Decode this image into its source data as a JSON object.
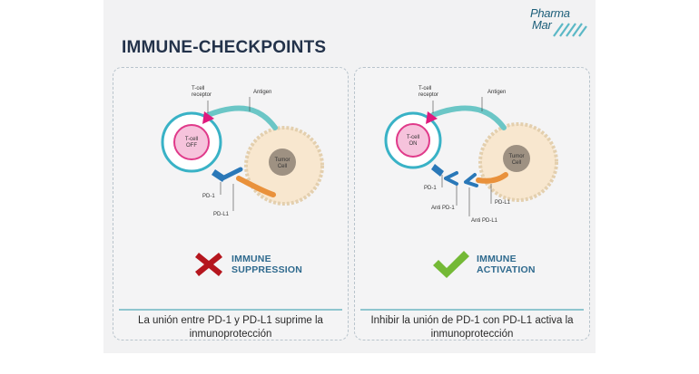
{
  "page": {
    "title": "IMMUNE-CHECKPOINTS"
  },
  "logo": {
    "line1": "Pharma",
    "line2": "Mar"
  },
  "panels": [
    {
      "diagram": {
        "tcell_receptor": [
          "T-cell",
          "receptor"
        ],
        "antigen": "Antigen",
        "tcell": [
          "T-cell",
          "OFF"
        ],
        "tumor": [
          "Tumor",
          "Cell"
        ],
        "pd1": "PD-1",
        "pdl1": "PD-L1"
      },
      "status": [
        "IMMUNE",
        "SUPPRESSION"
      ],
      "caption": [
        "La unión entre PD-1 y PD-L1 suprime la",
        "inmunoprotección"
      ]
    },
    {
      "diagram": {
        "tcell_receptor": [
          "T-cell",
          "receptor"
        ],
        "antigen": "Antigen",
        "tcell": [
          "T-cell",
          "ON"
        ],
        "tumor": [
          "Tumor",
          "Cell"
        ],
        "pd1": "PD-1",
        "pdl1": "PD-L1",
        "anti_pd1": "Anti PD-1",
        "anti_pdl1": "Anti PD-L1"
      },
      "status": [
        "IMMUNE",
        "ACTIVATION"
      ],
      "caption": [
        "Inhibir la unión de PD-1 con  PD-L1 activa la",
        "inmunoprotección"
      ]
    }
  ],
  "colors": {
    "title": "#23324a",
    "status": "#2f6a8e",
    "cross": "#b5161e",
    "check": "#74b936",
    "receptor": "#e0197d",
    "pd1": "#2a78b8",
    "pdl1": "#e9913b",
    "tcell_border": "#39b2c6",
    "tcell_inner": "#f0a0c8",
    "tumor_fill": "#f8e7cf"
  }
}
